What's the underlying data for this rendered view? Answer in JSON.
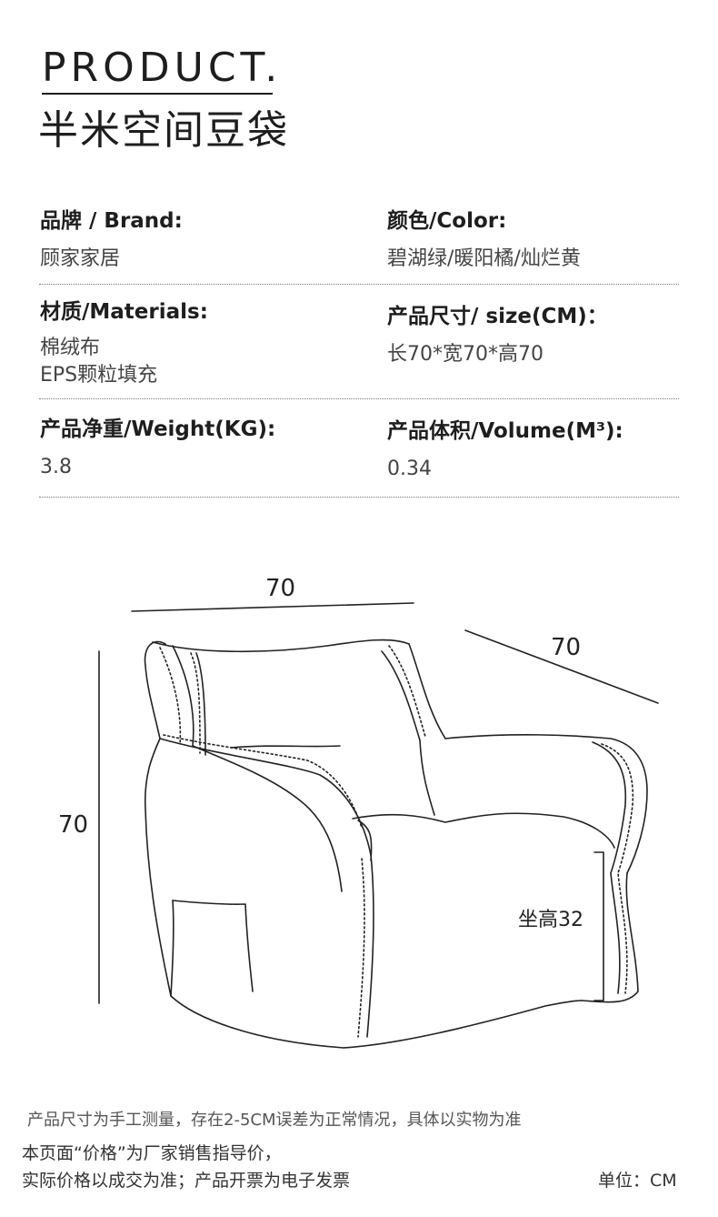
{
  "header": {
    "brand_en": "PRODUCT.",
    "brand_zh": "半米空间豆袋"
  },
  "specs": {
    "brand": {
      "label": "品牌 / Brand:",
      "value": "顾家家居"
    },
    "color": {
      "label": "颜色/Color:",
      "value": "碧湖绿/暖阳橘/灿烂黄"
    },
    "materials": {
      "label": "材质/Materials:",
      "values": [
        "棉绒布",
        "EPS颗粒填充"
      ]
    },
    "size": {
      "label": "产品尺寸/ size(CM)：",
      "value": "长70*宽70*高70"
    },
    "weight": {
      "label": "产品净重/Weight(KG):",
      "value": "3.8"
    },
    "volume": {
      "label": "产品体积/Volume(M³):",
      "value": "0.34"
    }
  },
  "figure": {
    "width_dim": "70",
    "depth_dim": "70",
    "height_dim": "70",
    "seat_height": "坐高32"
  },
  "footer": {
    "note": "产品尺寸为手工测量，存在2-5CM误差为正常情况，具体以实物为准",
    "price_line1": "本页面“价格”为厂家销售指导价，",
    "price_line2": "实际价格以成交为准；产品开票为电子发票",
    "unit": "单位：CM"
  }
}
